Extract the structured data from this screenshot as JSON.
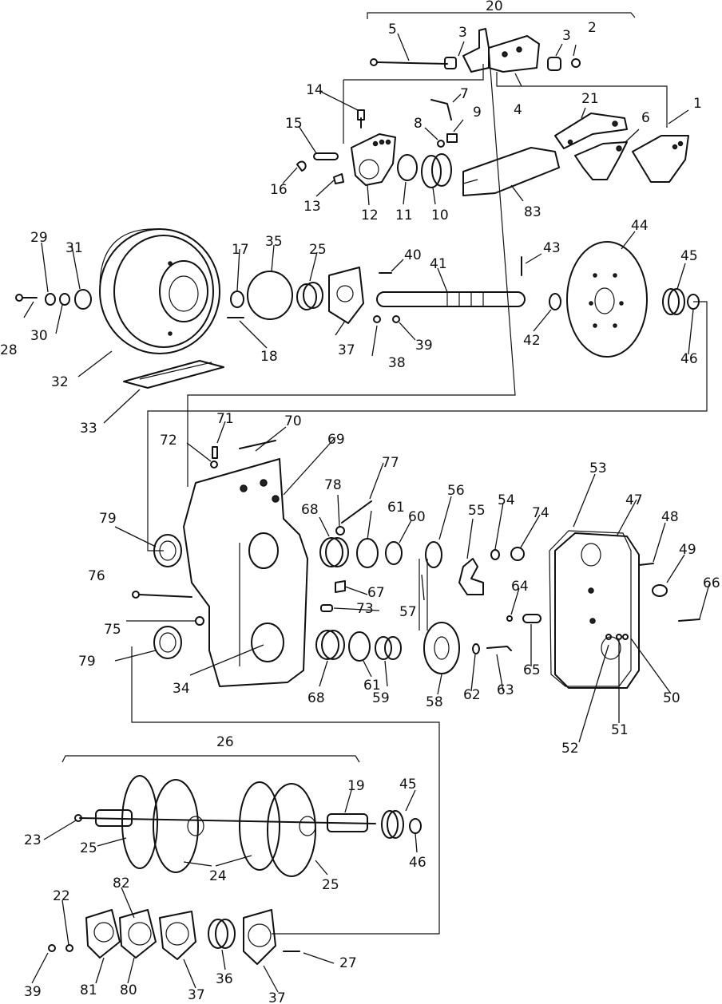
{
  "labels": {
    "p1": "1",
    "p2": "2",
    "p3a": "3",
    "p3b": "3",
    "p4": "4",
    "p5": "5",
    "p6": "6",
    "p7": "7",
    "p8": "8",
    "p9": "9",
    "p10": "10",
    "p11": "11",
    "p12": "12",
    "p13": "13",
    "p14": "14",
    "p15": "15",
    "p16": "16",
    "p17": "17",
    "p18": "18",
    "p19": "19",
    "p20": "20",
    "p21": "21",
    "p22": "22",
    "p23": "23",
    "p24": "24",
    "p25a": "25",
    "p25b": "25",
    "p25c": "25",
    "p26": "26",
    "p27": "27",
    "p28": "28",
    "p29": "29",
    "p30": "30",
    "p31": "31",
    "p32": "32",
    "p33": "33",
    "p34": "34",
    "p35": "35",
    "p36": "36",
    "p37a": "37",
    "p37b": "37",
    "p37c": "37",
    "p38": "38",
    "p39a": "39",
    "p39b": "39",
    "p40": "40",
    "p41": "41",
    "p42": "42",
    "p43": "43",
    "p44": "44",
    "p45a": "45",
    "p45b": "45",
    "p46a": "46",
    "p46b": "46",
    "p47": "47",
    "p48": "48",
    "p49": "49",
    "p50": "50",
    "p51": "51",
    "p52": "52",
    "p53": "53",
    "p54": "54",
    "p55": "55",
    "p56": "56",
    "p57": "57",
    "p58": "58",
    "p59": "59",
    "p60": "60",
    "p61a": "61",
    "p61b": "61",
    "p62": "62",
    "p63": "63",
    "p64": "64",
    "p65": "65",
    "p66": "66",
    "p67": "67",
    "p68a": "68",
    "p68b": "68",
    "p69": "69",
    "p70": "70",
    "p71": "71",
    "p72": "72",
    "p73": "73",
    "p74": "74",
    "p75": "75",
    "p76": "76",
    "p77": "77",
    "p78": "78",
    "p79a": "79",
    "p79b": "79",
    "p80": "80",
    "p81": "81",
    "p82": "82",
    "p83": "83"
  }
}
